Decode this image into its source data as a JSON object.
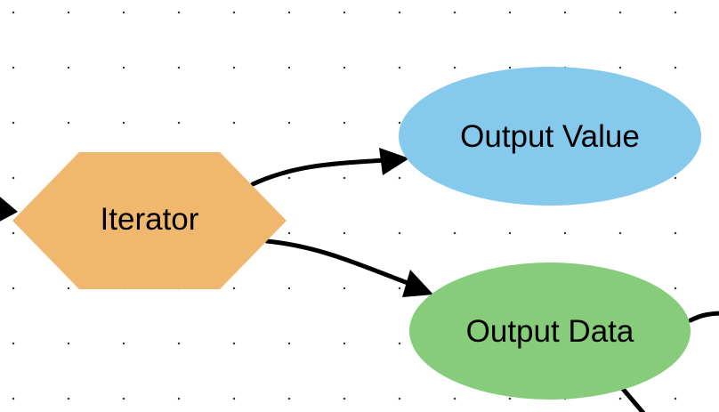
{
  "diagram": {
    "background": "dotted-grid",
    "nodes": {
      "iterator": {
        "label": "Iterator",
        "shape": "hexagon",
        "color": "#F0B86E"
      },
      "output_value": {
        "label": "Output Value",
        "shape": "ellipse",
        "color": "#85C9ED"
      },
      "output_data": {
        "label": "Output Data",
        "shape": "ellipse",
        "color": "#86CC7A"
      }
    },
    "edges": [
      {
        "from": "offscreen-left",
        "to": "iterator"
      },
      {
        "from": "iterator",
        "to": "output_value"
      },
      {
        "from": "iterator",
        "to": "output_data"
      },
      {
        "from": "output_data",
        "to": "offscreen-right"
      },
      {
        "from": "output_data",
        "to": "offscreen-bottom"
      }
    ]
  }
}
